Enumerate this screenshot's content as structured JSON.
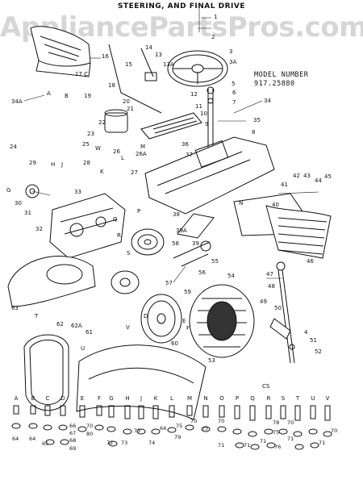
{
  "header": {
    "title": "STEERING, AND FINAL DRIVE",
    "watermark": "AppliancePartsPros.com"
  },
  "model": {
    "label": "MODEL NUMBER",
    "number": "917.25880"
  },
  "callouts": [
    {
      "text": "1"
    },
    {
      "text": "2"
    },
    {
      "text": "3"
    },
    {
      "text": "3A"
    },
    {
      "text": "16"
    },
    {
      "text": "14"
    },
    {
      "text": "13"
    },
    {
      "text": "13A"
    },
    {
      "text": "15"
    },
    {
      "text": "17 C"
    },
    {
      "text": "18"
    },
    {
      "text": "A"
    },
    {
      "text": "B"
    },
    {
      "text": "19"
    },
    {
      "text": "34A"
    },
    {
      "text": "20"
    },
    {
      "text": "21"
    },
    {
      "text": "22"
    },
    {
      "text": "12"
    },
    {
      "text": "11"
    },
    {
      "text": "10"
    },
    {
      "text": "9"
    },
    {
      "text": "5"
    },
    {
      "text": "6"
    },
    {
      "text": "7"
    },
    {
      "text": "34"
    },
    {
      "text": "35"
    },
    {
      "text": "8"
    },
    {
      "text": "36"
    },
    {
      "text": "37"
    },
    {
      "text": "23"
    },
    {
      "text": "24"
    },
    {
      "text": "25"
    },
    {
      "text": "W"
    },
    {
      "text": "26"
    },
    {
      "text": "26A"
    },
    {
      "text": "27"
    },
    {
      "text": "28"
    },
    {
      "text": "29"
    },
    {
      "text": "H"
    },
    {
      "text": "J"
    },
    {
      "text": "G"
    },
    {
      "text": "33"
    },
    {
      "text": "30"
    },
    {
      "text": "31"
    },
    {
      "text": "32"
    },
    {
      "text": "42"
    },
    {
      "text": "43"
    },
    {
      "text": "44"
    },
    {
      "text": "45"
    },
    {
      "text": "41"
    },
    {
      "text": "40"
    },
    {
      "text": "N"
    },
    {
      "text": "38"
    },
    {
      "text": "39A"
    },
    {
      "text": "58"
    },
    {
      "text": "39"
    },
    {
      "text": "55"
    },
    {
      "text": "56"
    },
    {
      "text": "57"
    },
    {
      "text": "59"
    },
    {
      "text": "54"
    },
    {
      "text": "46"
    },
    {
      "text": "47"
    },
    {
      "text": "48"
    },
    {
      "text": "49"
    },
    {
      "text": "50"
    },
    {
      "text": "51"
    },
    {
      "text": "52"
    },
    {
      "text": "63"
    },
    {
      "text": "62"
    },
    {
      "text": "62A"
    },
    {
      "text": "61"
    },
    {
      "text": "60"
    },
    {
      "text": "53"
    },
    {
      "text": "V"
    },
    {
      "text": "U"
    },
    {
      "text": "T"
    },
    {
      "text": "F"
    },
    {
      "text": "E"
    },
    {
      "text": "D"
    },
    {
      "text": "K"
    },
    {
      "text": "L"
    },
    {
      "text": "M"
    },
    {
      "text": "P"
    },
    {
      "text": "R"
    },
    {
      "text": "S"
    },
    {
      "text": "Q"
    },
    {
      "text": "4"
    }
  ],
  "hardware": {
    "cs_label": "CS",
    "letters": [
      "A",
      "B",
      "C",
      "D",
      "E",
      "F",
      "G",
      "H",
      "J",
      "K",
      "L",
      "M",
      "N",
      "O",
      "P",
      "Q",
      "R",
      "S",
      "T",
      "U",
      "V"
    ],
    "numbers": [
      {
        "text": "64"
      },
      {
        "text": "64"
      },
      {
        "text": "65"
      },
      {
        "text": "66"
      },
      {
        "text": "67"
      },
      {
        "text": "68"
      },
      {
        "text": "69"
      },
      {
        "text": "70"
      },
      {
        "text": "80"
      },
      {
        "text": "72"
      },
      {
        "text": "73"
      },
      {
        "text": "73"
      },
      {
        "text": "74"
      },
      {
        "text": "64"
      },
      {
        "text": "79"
      },
      {
        "text": "75"
      },
      {
        "text": "70"
      },
      {
        "text": "77"
      },
      {
        "text": "70"
      },
      {
        "text": "71"
      },
      {
        "text": "71"
      },
      {
        "text": "71"
      },
      {
        "text": "78"
      },
      {
        "text": "75"
      },
      {
        "text": "70"
      },
      {
        "text": "71"
      },
      {
        "text": "76"
      },
      {
        "text": "70"
      },
      {
        "text": "71"
      }
    ]
  }
}
